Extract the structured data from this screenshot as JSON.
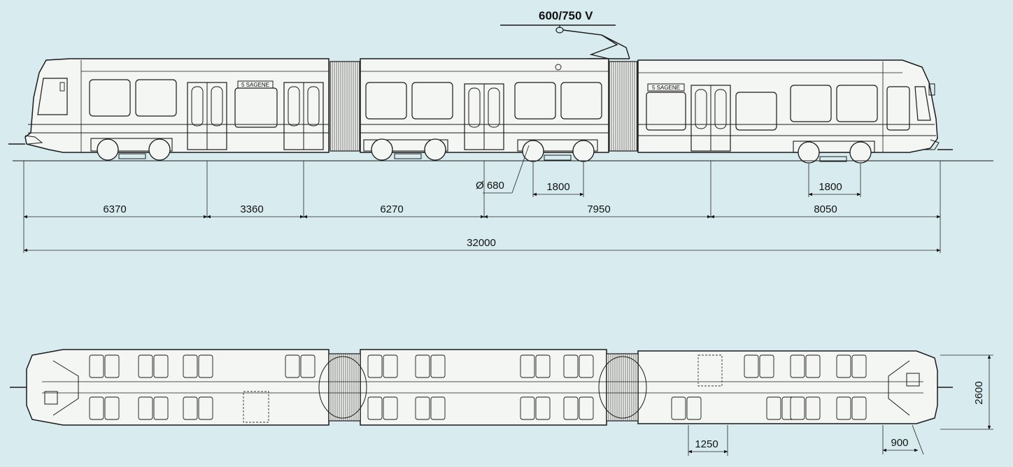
{
  "voltage": "600/750 V",
  "destination_sign": "5 SAGENE",
  "side_view": {
    "wheel_diameter": "Ø 680",
    "bogie_wheelbase_middle": "1800",
    "bogie_wheelbase_rear": "1800",
    "segment_dims": [
      "6370",
      "3360",
      "6270",
      "7950",
      "8050"
    ],
    "overall_length": "32000"
  },
  "plan_view": {
    "width": "2600",
    "seat_pitch": "1250",
    "cab_dim": "900"
  }
}
